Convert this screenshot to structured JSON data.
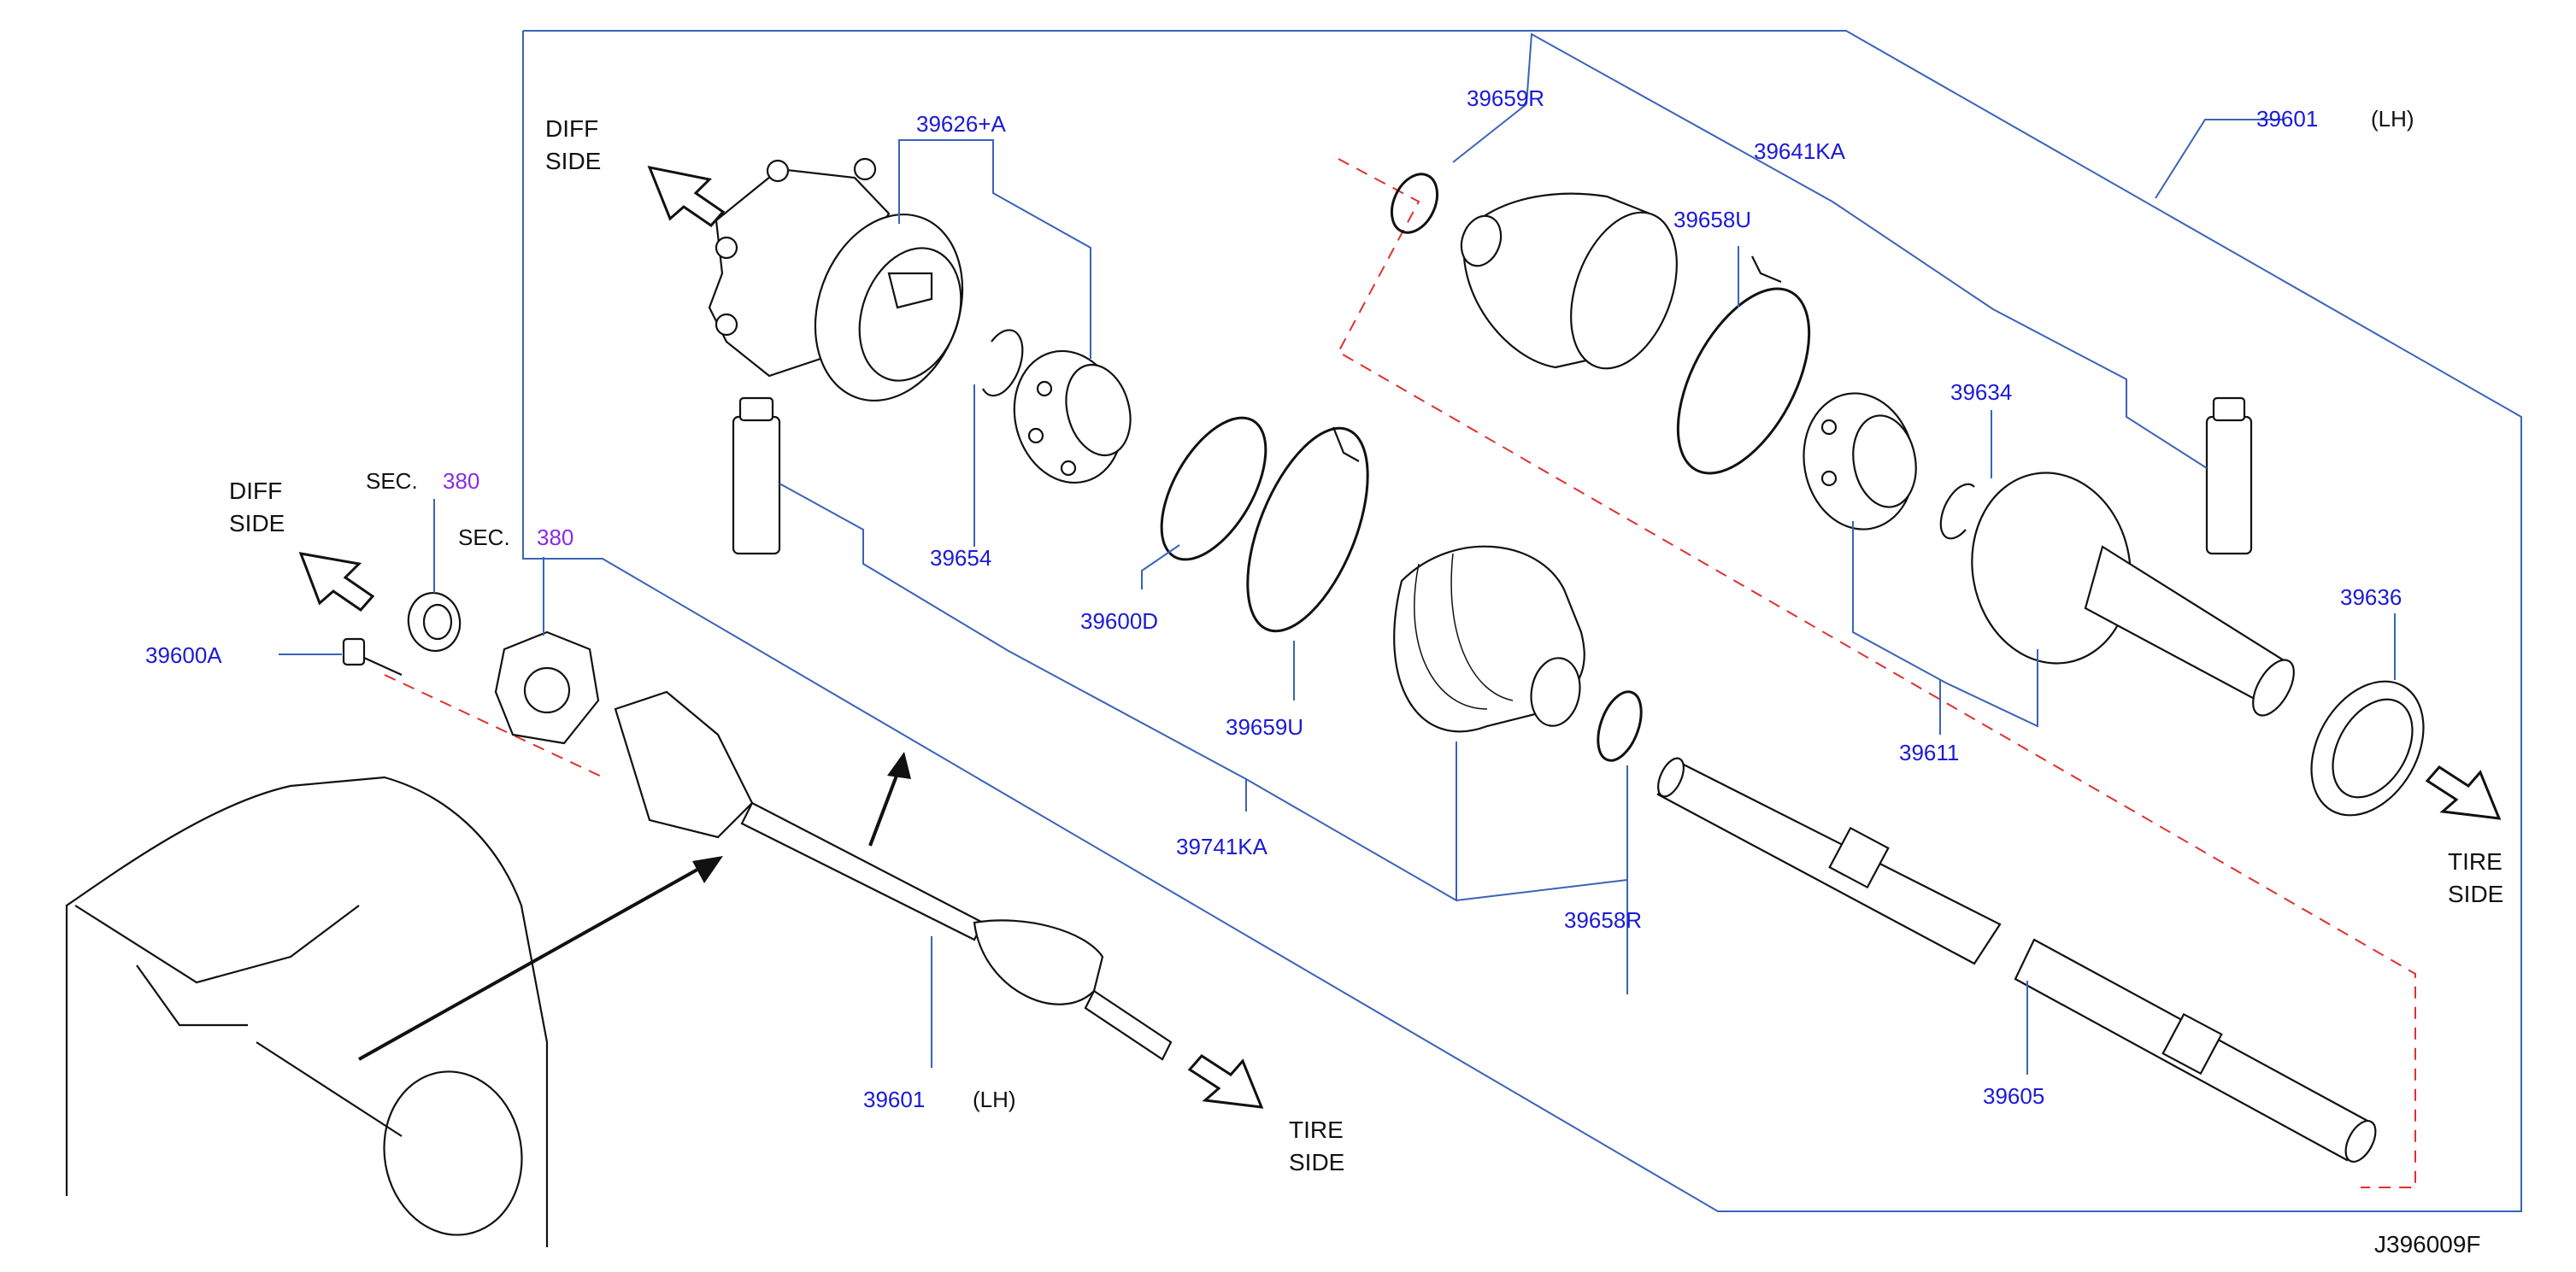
{
  "diagram": {
    "code": "J396009F",
    "direction_labels": {
      "diff_side_upper": [
        "DIFF",
        "SIDE"
      ],
      "diff_side_left": [
        "DIFF",
        "SIDE"
      ],
      "tire_side_right": [
        "TIRE",
        "SIDE"
      ],
      "tire_side_lower": [
        "TIRE",
        "SIDE"
      ]
    },
    "section_refs": [
      {
        "prefix": "SEC.",
        "number": "380"
      },
      {
        "prefix": "SEC.",
        "number": "380"
      }
    ],
    "part_numbers": {
      "p39626A": "39626+A",
      "p39659R": "39659R",
      "p39641KA": "39641KA",
      "p39601_top": "39601",
      "p39601_top_side": "(LH)",
      "p39658U": "39658U",
      "p39634": "39634",
      "p39654": "39654",
      "p39600D": "39600D",
      "p39636": "39636",
      "p39659U": "39659U",
      "p39611": "39611",
      "p39741KA": "39741KA",
      "p39658R": "39658R",
      "p39600A": "39600A",
      "p39601_bottom": "39601",
      "p39601_bottom_side": "(LH)",
      "p39605": "39605"
    },
    "colors": {
      "part_number": "#1a1ad6",
      "section_number": "#8a2be2",
      "leader_line": "#3a63b8",
      "dashed_axis": "#e03030",
      "outline": "#111111"
    }
  }
}
